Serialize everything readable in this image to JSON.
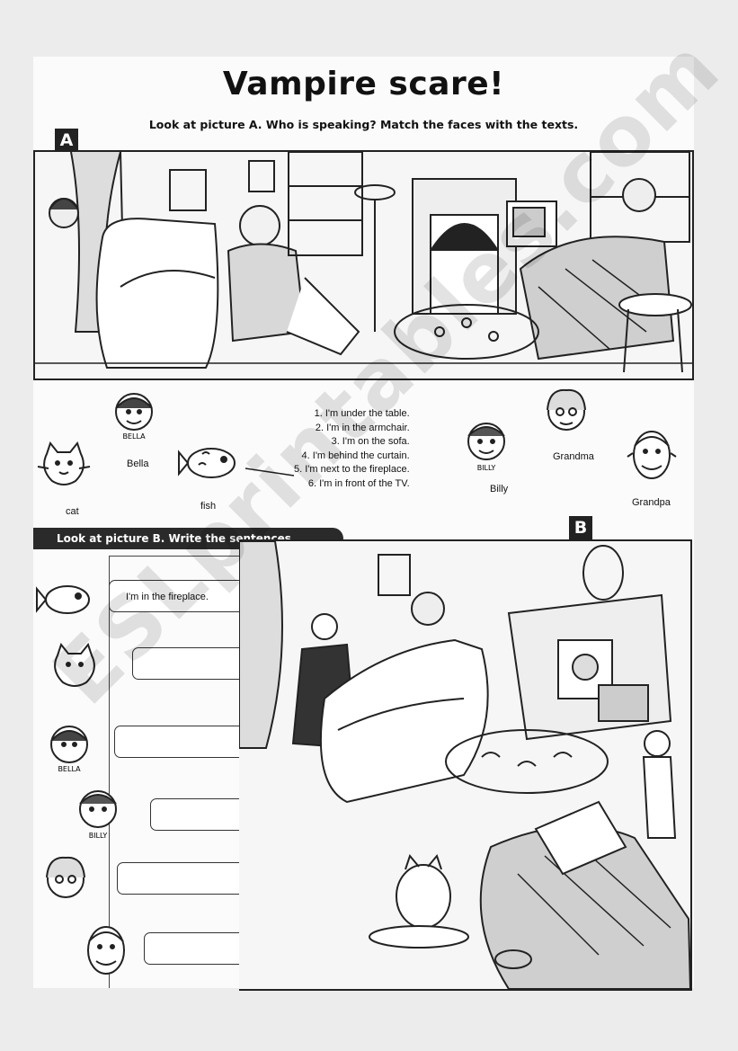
{
  "title": "Vampire scare!",
  "instruction_a": "Look at picture A. Who is speaking? Match the faces with the texts.",
  "label_a": "A",
  "label_b": "B",
  "characters": {
    "cat": "cat",
    "bella": "Bella",
    "fish": "fish",
    "billy": "Billy",
    "grandma": "Grandma",
    "grandpa": "Grandpa"
  },
  "name_tags": {
    "bella": "BELLA",
    "billy": "BILLY"
  },
  "sentences": [
    "1. I'm under the table.",
    "2. I'm in the armchair.",
    "3. I'm on the sofa.",
    "4. I'm behind the curtain.",
    "5. I'm next to the fireplace.",
    "6. I'm in front of the TV."
  ],
  "instruction_b": "Look at picture B. Write the sentences.",
  "bubbles": [
    "I'm in the fireplace.",
    "",
    "",
    "",
    "",
    ""
  ],
  "watermark": "ESLprintables.com"
}
